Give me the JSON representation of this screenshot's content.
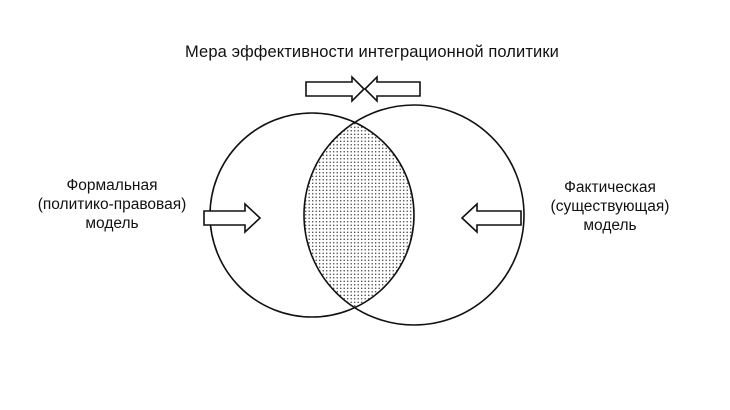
{
  "title": "Мера эффективности интеграционной политики",
  "left_model": {
    "lines": [
      "Формальная",
      "(политико-правовая)",
      "модель"
    ]
  },
  "right_model": {
    "lines": [
      "Фактическая",
      "(существующая)",
      "модель"
    ]
  }
}
